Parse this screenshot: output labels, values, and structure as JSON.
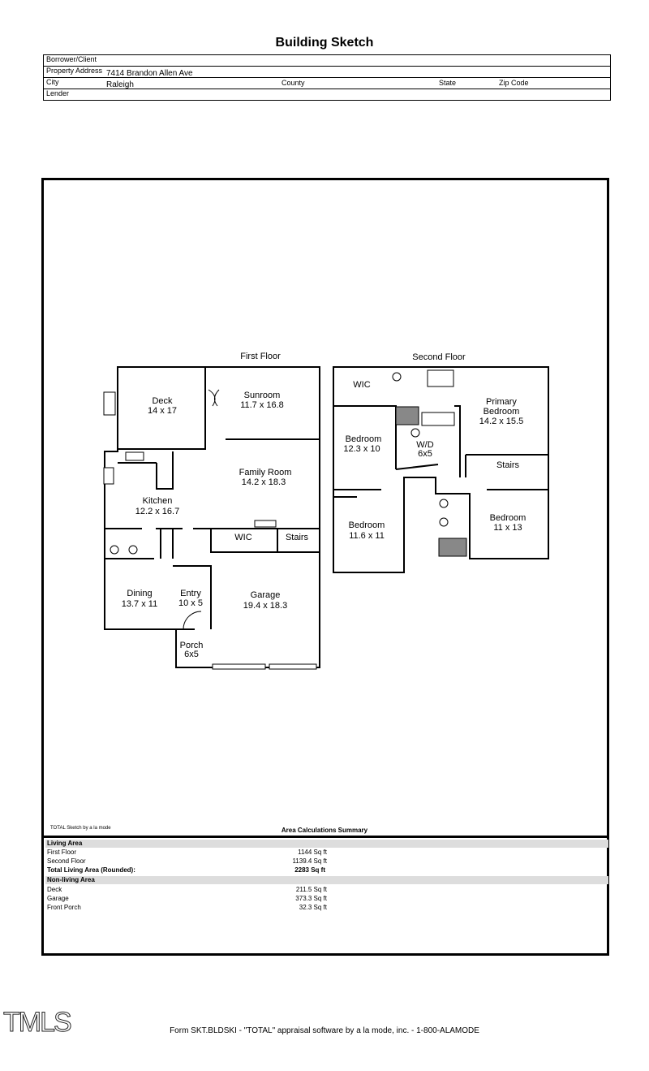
{
  "title": "Building Sketch",
  "header": {
    "borrower_label": "Borrower/Client",
    "address_label": "Property Address",
    "address": "7414 Brandon Allen Ave",
    "city_label": "City",
    "city": "Raleigh",
    "county_label": "County",
    "state_label": "State",
    "zip_label": "Zip Code",
    "lender_label": "Lender"
  },
  "plan": {
    "first_floor_label": "First Floor",
    "second_floor_label": "Second Floor",
    "first_floor_rooms": [
      {
        "name": "Deck",
        "dims": "14 x 17"
      },
      {
        "name": "Sunroom",
        "dims": "11.7 x 16.8"
      },
      {
        "name": "Family Room",
        "dims": "14.2 x 18.3"
      },
      {
        "name": "Kitchen",
        "dims": "12.2 x 16.7"
      },
      {
        "name": "WIC",
        "dims": ""
      },
      {
        "name": "Stairs",
        "dims": ""
      },
      {
        "name": "Dining",
        "dims": "13.7 x 11"
      },
      {
        "name": "Entry",
        "dims": "10 x 5"
      },
      {
        "name": "Garage",
        "dims": "19.4 x 18.3"
      },
      {
        "name": "Porch",
        "dims": "6x5"
      }
    ],
    "second_floor_rooms": [
      {
        "name": "WIC",
        "dims": ""
      },
      {
        "name": "Primary",
        "name2": "Bedroom",
        "dims": "14.2 x 15.5"
      },
      {
        "name": "Bedroom",
        "dims": "12.3 x 10"
      },
      {
        "name": "W/D",
        "dims": "6x5"
      },
      {
        "name": "Stairs",
        "dims": ""
      },
      {
        "name": "Bedroom",
        "dims": "11.6 x 11"
      },
      {
        "name": "Bedroom",
        "dims": "11 x 13"
      }
    ]
  },
  "credit": "TOTAL Sketch by a la mode",
  "summary": {
    "title": "Area Calculations Summary",
    "living_label": "Living Area",
    "living": [
      {
        "label": "First Floor",
        "value": "1144 Sq ft"
      },
      {
        "label": "Second Floor",
        "value": "1139.4 Sq ft"
      }
    ],
    "total_label": "Total Living Area (Rounded):",
    "total_value": "2283 Sq ft",
    "nonliving_label": "Non-living Area",
    "nonliving": [
      {
        "label": "Deck",
        "value": "211.5 Sq ft"
      },
      {
        "label": "Garage",
        "value": "373.3 Sq ft"
      },
      {
        "label": "Front Porch",
        "value": "32.3 Sq ft"
      }
    ]
  },
  "logo": "TMLS",
  "footer": "Form SKT.BLDSKI - \"TOTAL\" appraisal software by a la mode, inc. - 1-800-ALAMODE"
}
